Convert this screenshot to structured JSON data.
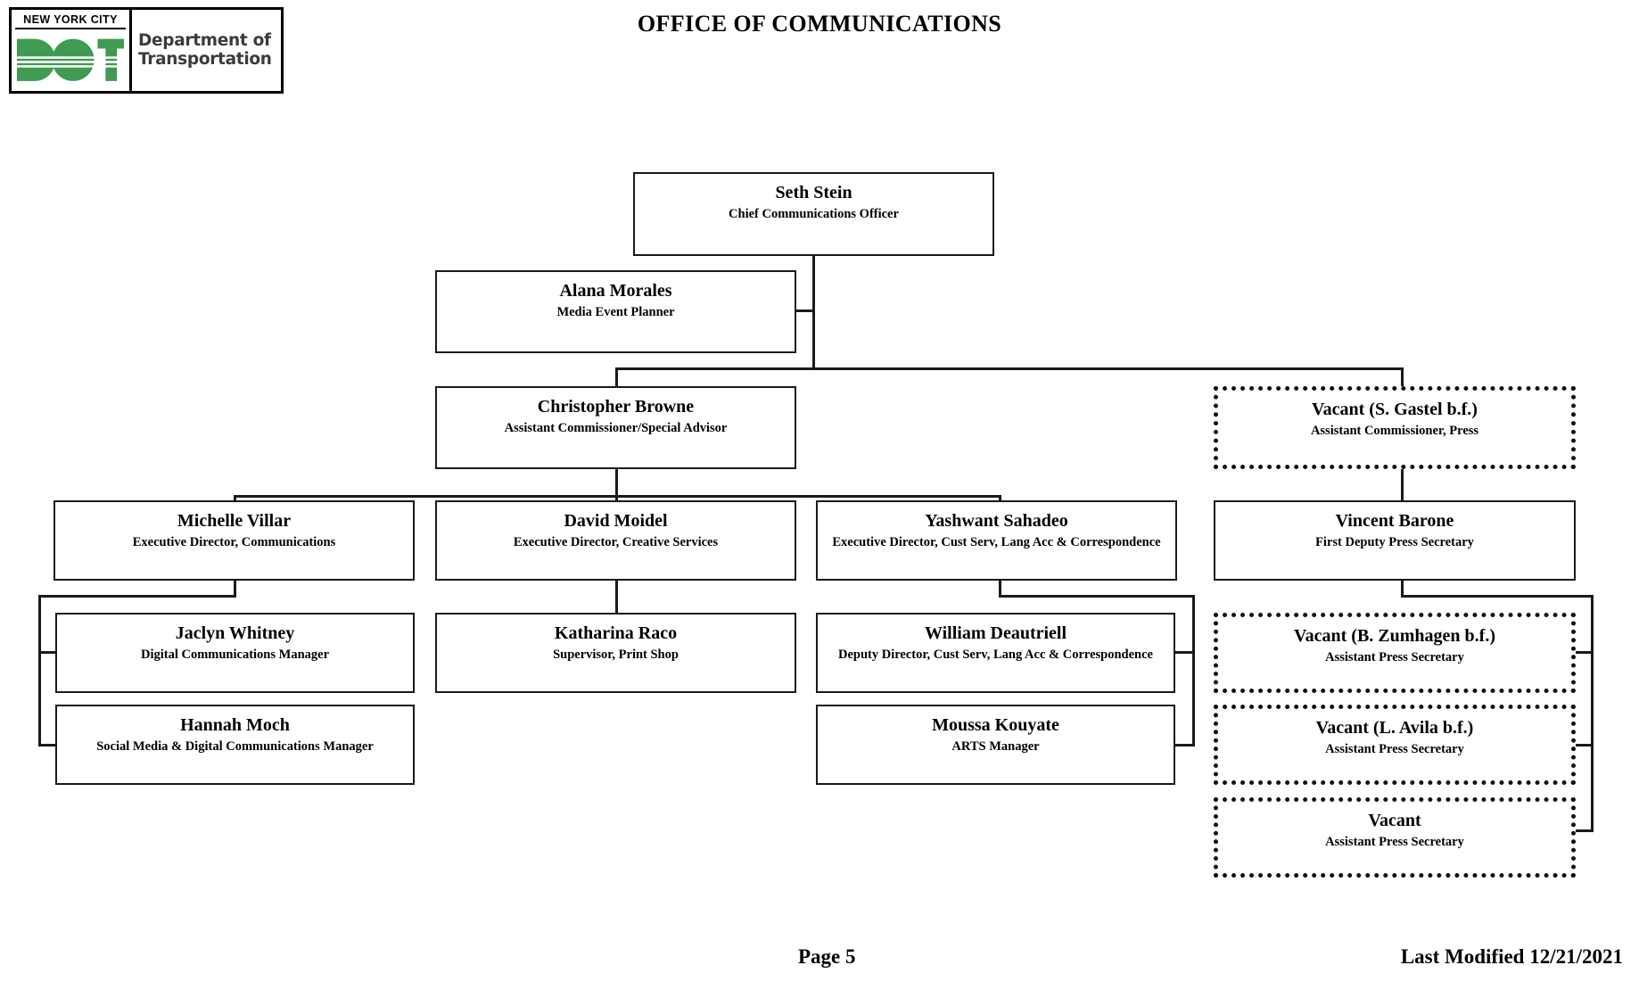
{
  "header": {
    "title": "OFFICE OF COMMUNICATIONS",
    "logo": {
      "city_line": "NEW  YORK  CITY",
      "agency_line1": "Department of",
      "agency_line2": "Transportation",
      "mark_text": "DOT",
      "mark_color": "#3f9a52"
    }
  },
  "chart_data": {
    "type": "org-chart",
    "title": "OFFICE OF COMMUNICATIONS",
    "nodes": [
      {
        "id": "seth-stein",
        "name": "Seth Stein",
        "title": "Chief Communications Officer",
        "vacant": false,
        "level": 0
      },
      {
        "id": "alana-morales",
        "name": "Alana Morales",
        "title": "Media Event Planner",
        "vacant": false,
        "level": 1
      },
      {
        "id": "christopher-browne",
        "name": "Christopher Browne",
        "title": "Assistant Commissioner/Special Advisor",
        "vacant": false,
        "level": 1
      },
      {
        "id": "vacant-gastel",
        "name": "Vacant (S. Gastel b.f.)",
        "title": "Assistant Commissioner, Press",
        "vacant": true,
        "level": 1
      },
      {
        "id": "michelle-villar",
        "name": "Michelle Villar",
        "title": "Executive Director, Communications",
        "vacant": false,
        "level": 2
      },
      {
        "id": "david-moidel",
        "name": "David Moidel",
        "title": "Executive Director, Creative Services",
        "vacant": false,
        "level": 2
      },
      {
        "id": "yashwant-sahadeo",
        "name": "Yashwant Sahadeo",
        "title": "Executive Director, Cust Serv, Lang Acc & Correspondence",
        "vacant": false,
        "level": 2
      },
      {
        "id": "vincent-barone",
        "name": "Vincent Barone",
        "title": "First Deputy Press Secretary",
        "vacant": false,
        "level": 2
      },
      {
        "id": "jaclyn-whitney",
        "name": "Jaclyn Whitney",
        "title": "Digital Communications Manager",
        "vacant": false,
        "level": 3
      },
      {
        "id": "hannah-moch",
        "name": "Hannah Moch",
        "title": "Social Media & Digital Communications Manager",
        "vacant": false,
        "level": 3
      },
      {
        "id": "katharina-raco",
        "name": "Katharina Raco",
        "title": "Supervisor, Print Shop",
        "vacant": false,
        "level": 3
      },
      {
        "id": "william-deautriell",
        "name": "William Deautriell",
        "title": "Deputy Director, Cust Serv, Lang Acc & Correspondence",
        "vacant": false,
        "level": 3
      },
      {
        "id": "moussa-kouyate",
        "name": "Moussa Kouyate",
        "title": "ARTS Manager",
        "vacant": false,
        "level": 3
      },
      {
        "id": "vacant-zumhagen",
        "name": "Vacant (B. Zumhagen b.f.)",
        "title": "Assistant Press Secretary",
        "vacant": true,
        "level": 3
      },
      {
        "id": "vacant-avila",
        "name": "Vacant (L. Avila b.f.)",
        "title": "Assistant Press Secretary",
        "vacant": true,
        "level": 3
      },
      {
        "id": "vacant-aps",
        "name": "Vacant",
        "title": "Assistant Press Secretary",
        "vacant": true,
        "level": 3
      }
    ],
    "edges": [
      {
        "from": "seth-stein",
        "to": "alana-morales"
      },
      {
        "from": "seth-stein",
        "to": "christopher-browne"
      },
      {
        "from": "seth-stein",
        "to": "vacant-gastel"
      },
      {
        "from": "christopher-browne",
        "to": "michelle-villar"
      },
      {
        "from": "christopher-browne",
        "to": "david-moidel"
      },
      {
        "from": "christopher-browne",
        "to": "yashwant-sahadeo"
      },
      {
        "from": "vacant-gastel",
        "to": "vincent-barone"
      },
      {
        "from": "michelle-villar",
        "to": "jaclyn-whitney"
      },
      {
        "from": "michelle-villar",
        "to": "hannah-moch"
      },
      {
        "from": "david-moidel",
        "to": "katharina-raco"
      },
      {
        "from": "yashwant-sahadeo",
        "to": "william-deautriell"
      },
      {
        "from": "yashwant-sahadeo",
        "to": "moussa-kouyate"
      },
      {
        "from": "vincent-barone",
        "to": "vacant-zumhagen"
      },
      {
        "from": "vincent-barone",
        "to": "vacant-avila"
      },
      {
        "from": "vincent-barone",
        "to": "vacant-aps"
      }
    ]
  },
  "footer": {
    "page_label": "Page 5",
    "last_modified": "Last Modified  12/21/2021"
  }
}
